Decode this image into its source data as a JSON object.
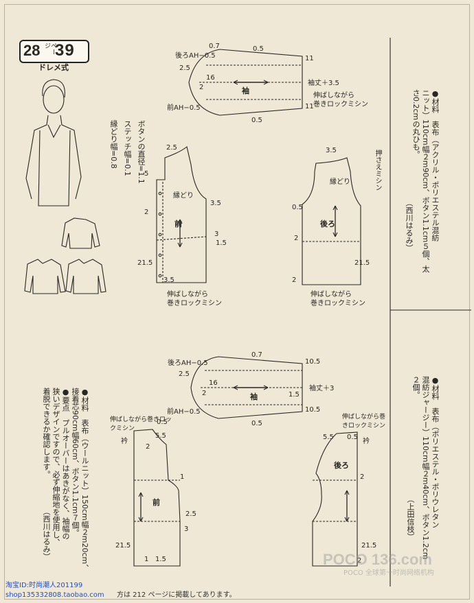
{
  "badge": {
    "num1": "28",
    "pg": "ページ",
    "num2": "39",
    "sub": "ドレメ式"
  },
  "left_notes": {
    "button_size": "ボタンの直径=1.1",
    "stitch": "ステッチ幅=0.1",
    "edge": "縁どり幅=0.8"
  },
  "right_notes": {
    "top_text": "●材料　表布（アクリル・ポリエステル混紡\nニット）110cm幅２m90cm、ボタン1.1cm５個、太\nさ0.2cmの丸ひも。",
    "top_credit": "（西川はるみ）",
    "bottom_text": "●材料　表布（ポリエステル・ポリウレタン\n混紡ジャージー）110cm幅２m40cm、ボタン1.2cm\n２個。",
    "bottom_credit": "（上田信枝）"
  },
  "middle_notes": {
    "text": "●材料　表布（ウールニット）150cm幅２m20cm、\n接着芯90cm幅60cm、ボタン1.1cm７個。\n●要点　プルオーバーはあきがなく、袖幅の\n狭いデザインですので、必ず伸縮地を使用し、\n着脱できるか確認します。",
    "credit": "（西川はるみ）"
  },
  "labels": {
    "back_ah_top": "後ろAH−0.5",
    "front_ah_top": "前AH−0.5",
    "sleeve": "袖",
    "sleeve_len_top": "袖丈＋3.5",
    "stretch_lock": "伸ばしながら",
    "lock_stitch": "巻きロックミシン",
    "front": "前",
    "back": "後ろ",
    "edge_label": "縁どり",
    "press_stitch": "押さえミシン",
    "back_ah_bottom": "後ろAH−0.5",
    "front_ah_bottom": "前AH−0.5",
    "sleeve_len_bottom": "袖丈＋3",
    "collar": "衿",
    "stretch_lock2": "伸ばしながら巻きロックミシン",
    "n07": "0.7",
    "n05": "0.5",
    "n25": "2.5",
    "n16": "16",
    "n2": "2",
    "n11": "11",
    "n35": "3.5",
    "n5": "5",
    "n1": "1",
    "n3": "3",
    "n15": "1.5",
    "n215": "21.5",
    "n105": "10.5",
    "n55": "5.5",
    "n25b": "2.5",
    "n15b": "1.5"
  },
  "footer": {
    "shop": "淘宝ID:时尚潮人201199",
    "url": "shop135332808.taobao.com",
    "note": "方は 212 ページに掲載してあります。"
  },
  "watermark": {
    "main": "POCO 136.com",
    "sub": "POCO 全球第一时尚网络机构"
  }
}
